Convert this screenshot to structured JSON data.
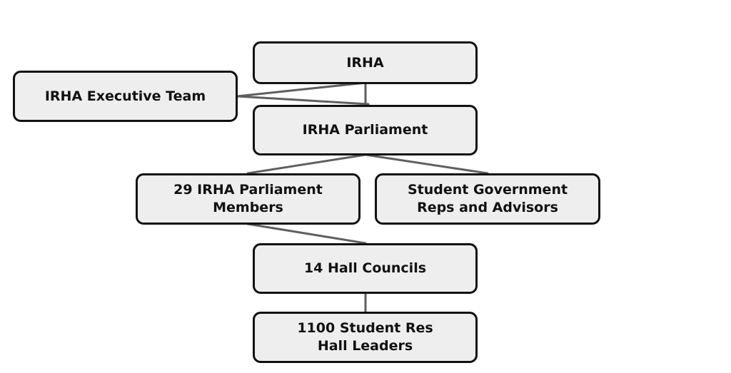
{
  "diagram": {
    "nodes": [
      {
        "id": "irha",
        "label": "IRHA"
      },
      {
        "id": "exec",
        "label": "IRHA Executive Team"
      },
      {
        "id": "parliament",
        "label": "IRHA Parliament"
      },
      {
        "id": "members",
        "label": "29 IRHA Parliament Members"
      },
      {
        "id": "studentgov",
        "label": "Student Government Reps and Advisors"
      },
      {
        "id": "councils",
        "label": "14 Hall Councils"
      },
      {
        "id": "leaders",
        "label": "1100 Student Res Hall Leaders"
      }
    ],
    "edges": [
      {
        "from": "irha",
        "to": "parliament"
      },
      {
        "from": "irha",
        "to": "exec"
      },
      {
        "from": "exec",
        "to": "parliament"
      },
      {
        "from": "parliament",
        "to": "members"
      },
      {
        "from": "parliament",
        "to": "studentgov"
      },
      {
        "from": "members",
        "to": "councils"
      },
      {
        "from": "councils",
        "to": "leaders"
      }
    ],
    "colors": {
      "node_fill": "#eeeeee",
      "node_border": "#111111",
      "connector": "#5f5f5f",
      "text": "#111111"
    }
  }
}
